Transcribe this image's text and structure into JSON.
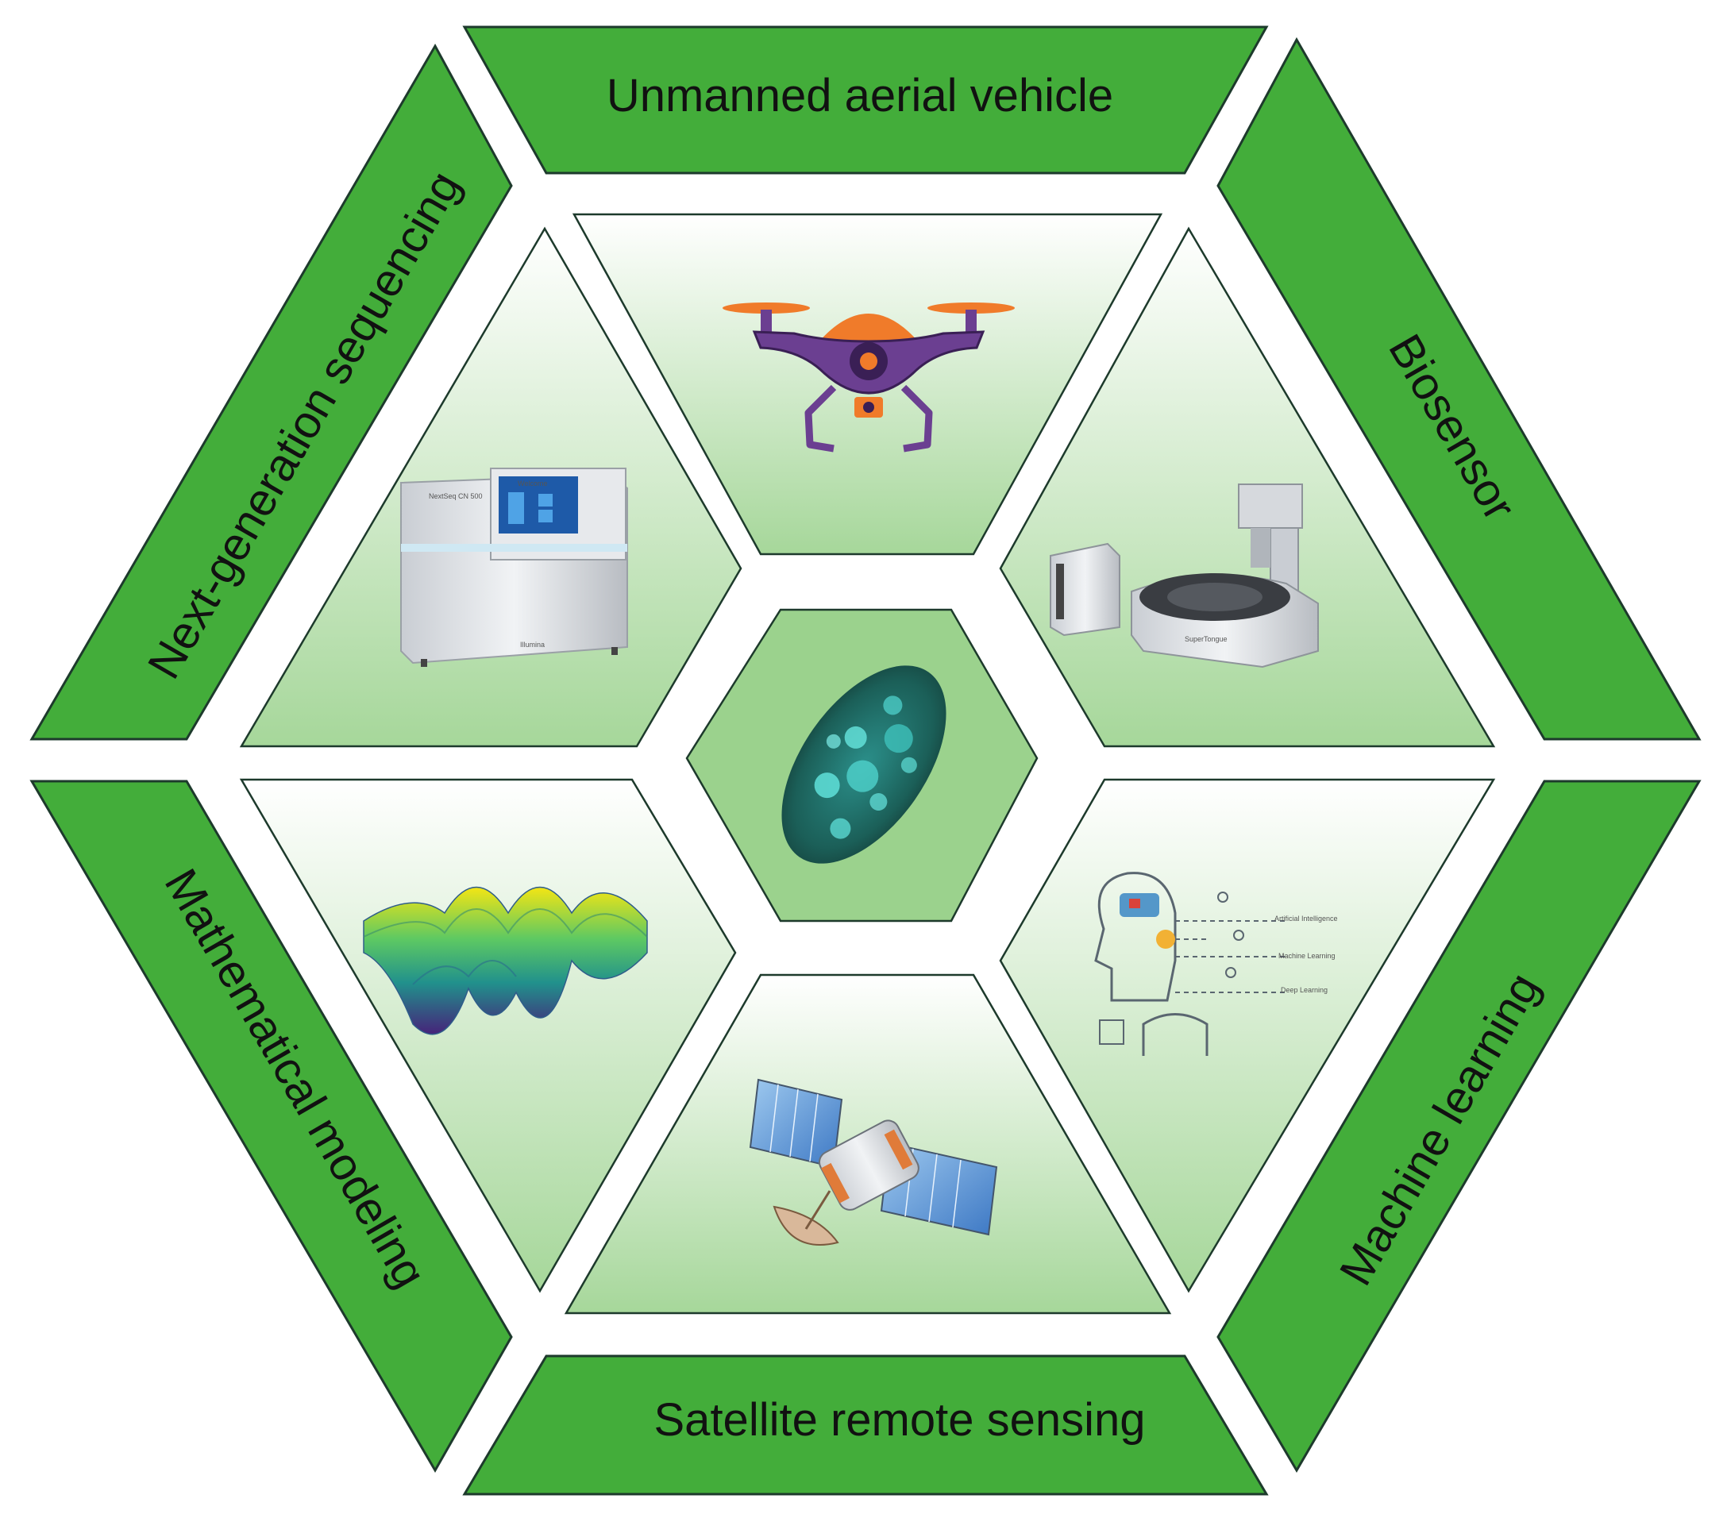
{
  "bands": {
    "top": "Unmanned aerial vehicle",
    "right_upper": "Biosensor",
    "right_lower": "Machine learning",
    "bottom": "Satellite remote sensing",
    "left_lower": "Mathematical modeling",
    "left_upper": "Next-generation sequencing"
  },
  "ml_figure": {
    "ai": "Artificial Intelligence",
    "ml": "Machine Learning",
    "dl": "Deep Learning"
  },
  "ngs_figure": {
    "model": "NextSeq  CN 500",
    "screen": "Welcome",
    "brand": "Illumina"
  },
  "biosensor_figure": {
    "brand": "SuperTongue"
  },
  "colors": {
    "band_green": "#43ad3a",
    "panel_light": "#ffffff",
    "panel_dark": "#a6d79a",
    "center_hex": "#9bd28d",
    "outline": "#1d3a2c"
  }
}
